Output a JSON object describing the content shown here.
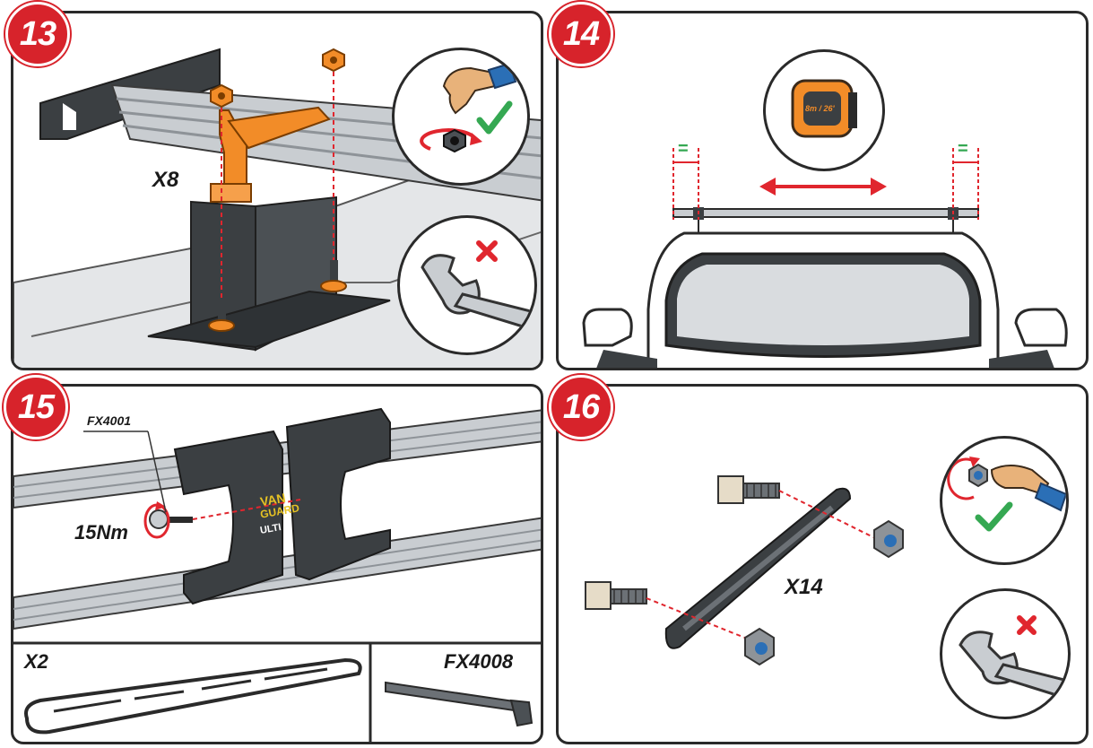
{
  "steps": [
    {
      "number": "13",
      "quantity": "X8"
    },
    {
      "number": "14",
      "equal_mark_left": "=",
      "equal_mark_right": "=",
      "tape_text": "8m / 26'"
    },
    {
      "number": "15",
      "part_code": "FX4001",
      "torque": "15Nm",
      "bracket_text_1": "VAN",
      "bracket_text_2": "GUARD",
      "bracket_text_3": "ULTI",
      "spacer_quantity": "X2",
      "tool_code": "FX4008"
    },
    {
      "number": "16",
      "quantity": "X14"
    }
  ],
  "colors": {
    "badge_red": "#d7232b",
    "bracket_orange": "#f28c28",
    "check_green": "#35a852",
    "cross_red": "#e0262e",
    "arrow_red": "#e0262e",
    "rail_silver": "#c9cdd1",
    "foot_dark": "#3b3f42",
    "nut_blue": "#2b6fb6"
  },
  "icons": [
    "hand-icon",
    "check-icon",
    "cross-icon",
    "wrench-icon",
    "tape-measure-icon",
    "rotate-arrow-icon",
    "double-arrow-icon"
  ]
}
